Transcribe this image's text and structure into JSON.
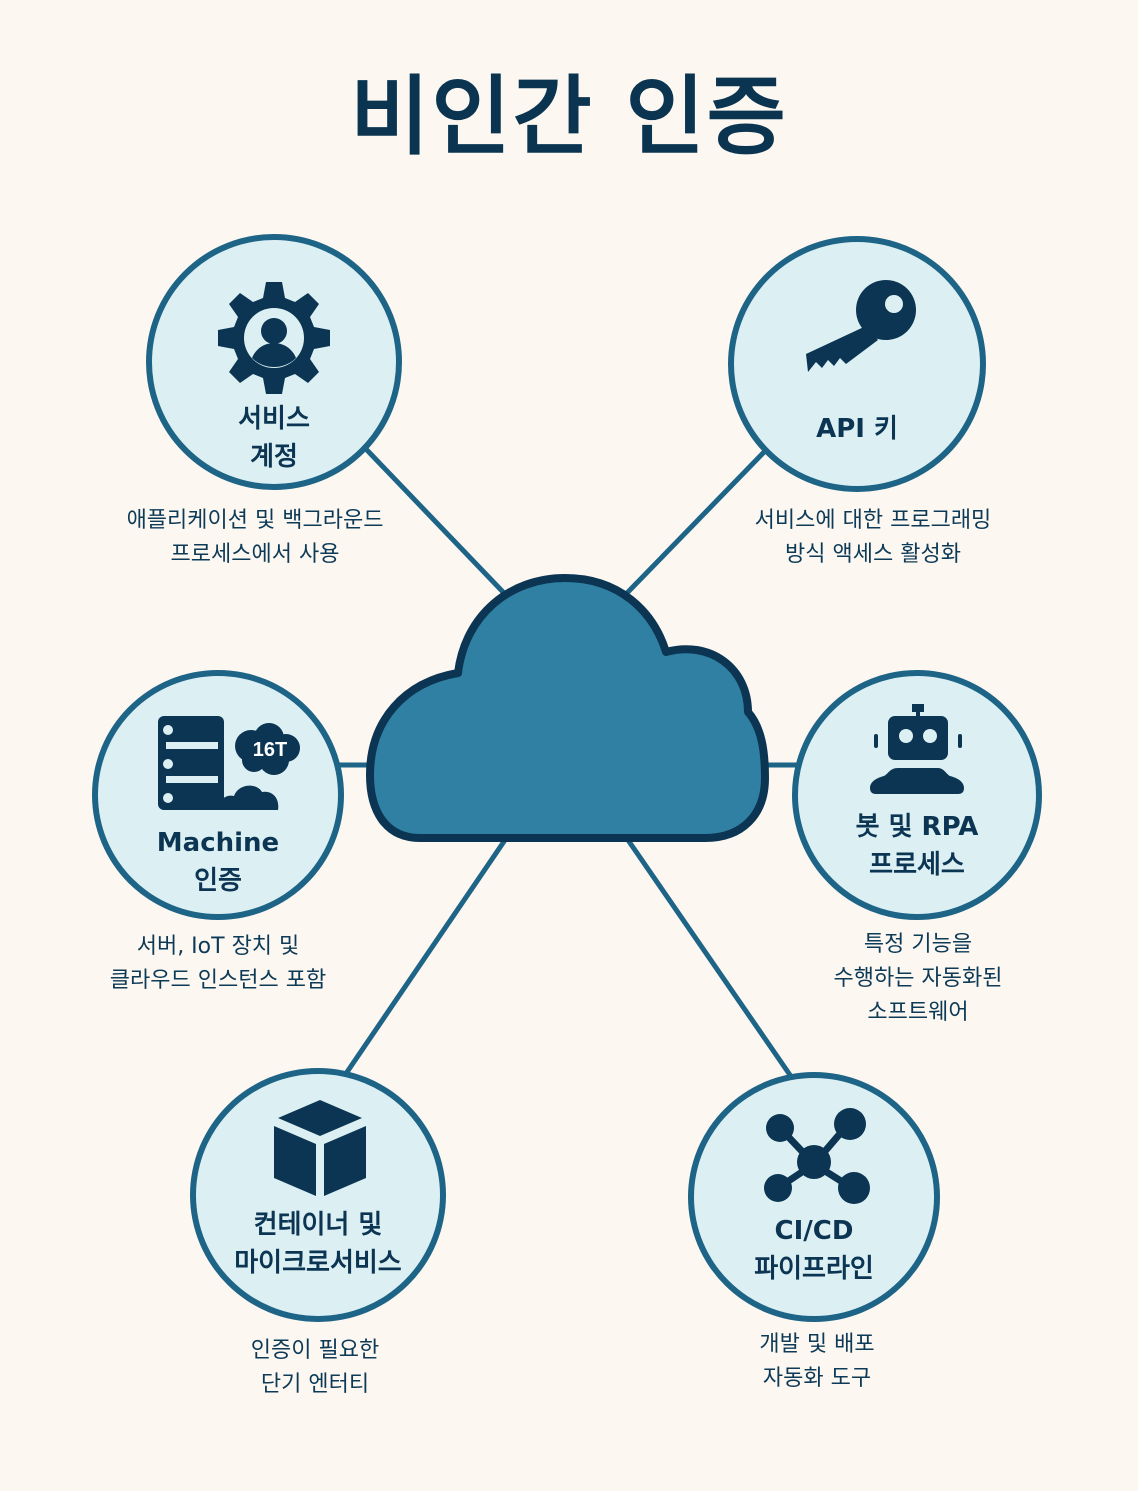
{
  "title": "비인간 인증",
  "colors": {
    "background": "#fcf7f1",
    "title": "#0a3450",
    "node_fill": "#dcf0f4",
    "node_border": "#1d6487",
    "icon": "#0b3552",
    "cloud_fill": "#2f80a3",
    "cloud_stroke": "#0b3552",
    "connector": "#1d6487"
  },
  "center": {
    "icon": "cloud-icon"
  },
  "nodes": [
    {
      "id": "service-accounts",
      "icon": "gear-user-icon",
      "label": [
        "서비스",
        "계정"
      ],
      "description": [
        "애플리케이션 및 백그라운드",
        "프로세스에서 사용"
      ]
    },
    {
      "id": "api-keys",
      "icon": "key-icon",
      "label": [
        "API 키"
      ],
      "description": [
        "서비스에 대한 프로그래밍",
        "방식 액세스 활성화"
      ]
    },
    {
      "id": "machine-auth",
      "icon": "server-cloud-icon",
      "icon_text": "16T",
      "label": [
        "Machine",
        "인증"
      ],
      "description": [
        "서버, IoT 장치 및",
        "클라우드 인스턴스 포함"
      ]
    },
    {
      "id": "bots-rpa",
      "icon": "robot-icon",
      "label": [
        "봇 및 RPA",
        "프로세스"
      ],
      "description": [
        "특정 기능을",
        "수행하는 자동화된",
        "소프트웨어"
      ]
    },
    {
      "id": "containers",
      "icon": "cube-icon",
      "label": [
        "컨테이너 및",
        "마이크로서비스"
      ],
      "description": [
        "인증이 필요한",
        "단기 엔터티"
      ]
    },
    {
      "id": "cicd",
      "icon": "pipeline-nodes-icon",
      "label": [
        "CI/CD",
        "파이프라인"
      ],
      "description": [
        "개발 및 배포",
        "자동화 도구"
      ]
    }
  ]
}
